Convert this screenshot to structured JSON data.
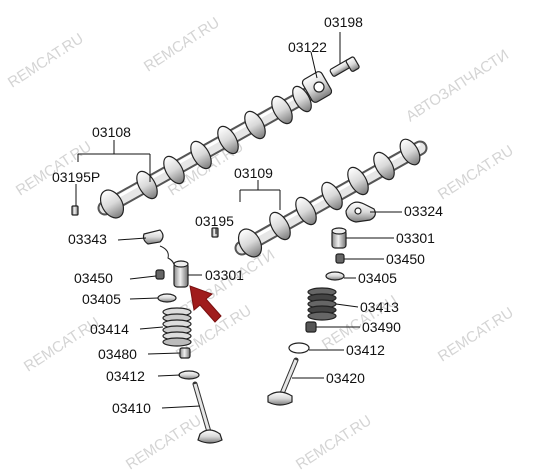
{
  "watermarks": [
    "REMCAT.RU",
    "REMCAT.RU",
    "REMCAT.RU",
    "АВТОЗАПЧАСТИ",
    "REMCAT.RU",
    "REMCAT.RU",
    "REMCAT.RU",
    "REMCAT.RU",
    "REMCAT.RU",
    "REMCAT.RU",
    "АВТОЗАПЧАСТИ",
    "REMCAT.RU",
    "REMCAT.RU"
  ],
  "labels": {
    "p03198": "03198",
    "p03122": "03122",
    "p03108": "03108",
    "p03195P": "03195P",
    "p03109": "03109",
    "p03195": "03195",
    "p03324": "03324",
    "p03343": "03343",
    "p03301_left": "03301",
    "p03301_right": "03301",
    "p03450_left": "03450",
    "p03450_right": "03450",
    "p03405_left": "03405",
    "p03405_right": "03405",
    "p03413": "03413",
    "p03414": "03414",
    "p03490": "03490",
    "p03412_right": "03412",
    "p03480": "03480",
    "p03412_left": "03412",
    "p03420": "03420",
    "p03410": "03410"
  },
  "colors": {
    "arrow": "#a01c1c",
    "line": "#111111",
    "watermark": "#d4d4d4"
  }
}
